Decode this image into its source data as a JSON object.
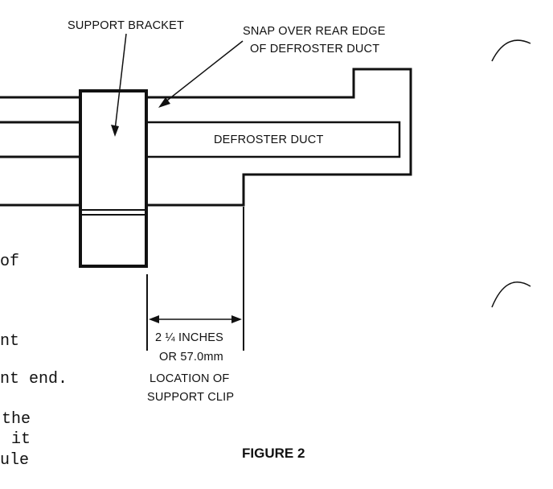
{
  "labels": {
    "support_bracket": "SUPPORT BRACKET",
    "snap_over_line1": "SNAP OVER REAR EDGE",
    "snap_over_line2": "OF DEFROSTER DUCT",
    "defroster_duct": "DEFROSTER DUCT",
    "dimension_line1": "2 ¼ INCHES",
    "dimension_line2": "OR 57.0mm",
    "location_line1": "LOCATION OF",
    "location_line2": "SUPPORT CLIP",
    "figure_caption": "FIGURE 2"
  },
  "body_text_fragments": [
    "of",
    "nt",
    "nt end.",
    "the",
    "it",
    "ule"
  ]
}
